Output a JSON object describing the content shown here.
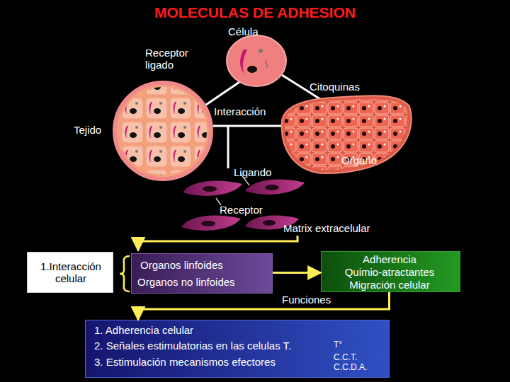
{
  "diagram": {
    "title": "MOLECULAS DE ADHESION",
    "nodes": [
      {
        "text": [
          "1.Interacción celular"
        ]
      },
      {
        "text": [
          "Organos linfoides",
          "Organos no linfoides"
        ]
      },
      {
        "text": [
          "Adherencia",
          "Quimio-atractantes",
          "Migración celular"
        ]
      },
      {
        "text": [
          "1. Adherencia celular",
          "2. Señales estimulatorias en las celulas T.",
          "3. Estimulación mecanismos efectores",
          "T°",
          "C.C.T.",
          "C.C.D.A."
        ]
      }
    ],
    "edges": [
      {
        "from": 1,
        "to": 2,
        "arrow": "to"
      },
      {
        "from": 2,
        "to": 3,
        "label": "Funciones",
        "arrow": "to"
      }
    ],
    "labels": [
      "Célula",
      "Receptor ligado",
      "Citoquinas",
      "Interacción",
      "Tejido",
      "Organo",
      "Ligando",
      "Receptor",
      "Matrix extracelular"
    ]
  }
}
